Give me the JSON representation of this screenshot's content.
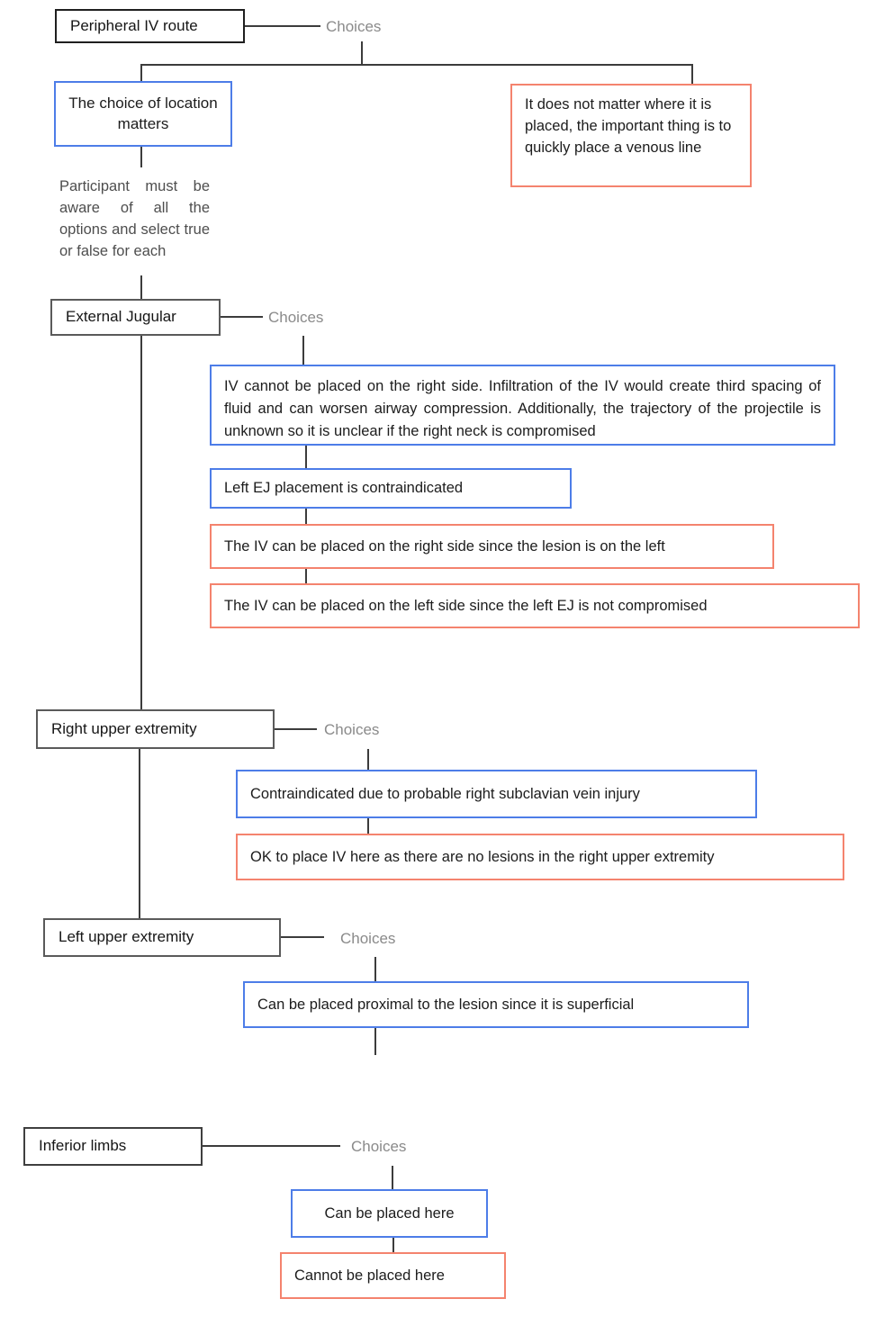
{
  "palette": {
    "true_choice_border": "#4d7de8",
    "false_choice_border": "#f4836e",
    "topic_border": "#5a5a5a",
    "root_border": "#1f1f1f",
    "connector_line": "#3c3c3c",
    "choices_text": "#8a8a8a",
    "note_text": "#4e4e4e"
  },
  "root": {
    "label": "Peripheral IV route",
    "choices": "Choices",
    "true_box": "The choice of location matters",
    "false_box": "It does not matter where it is placed, the important thing is to quickly place a venous line",
    "note": "Participant must be aware of all the options and select true or false for each"
  },
  "external_jugular": {
    "label": "External Jugular",
    "choices": "Choices",
    "c1": "IV cannot be placed on the right side.  Infiltration of the IV would create third spacing of fluid and can worsen airway compression. Additionally, the trajectory of the projectile is unknown so it is unclear if the right neck is compromised",
    "c2": "Left EJ placement is contraindicated",
    "c3": "The IV can be placed on the right side since the lesion is on the left",
    "c4": "The IV can be placed on the left side since the left EJ is not compromised"
  },
  "right_upper": {
    "label": "Right upper extremity",
    "choices": "Choices",
    "c1": "Contraindicated due to probable right subclavian vein injury",
    "c2": "OK to place IV here as there are no lesions in the right upper extremity"
  },
  "left_upper": {
    "label": "Left upper extremity",
    "choices": "Choices",
    "c1": "Can be placed proximal to the lesion since it is superficial"
  },
  "inferior_limbs": {
    "label": "Inferior limbs",
    "choices": "Choices",
    "c1": "Can be placed here",
    "c2": "Cannot be placed here"
  }
}
